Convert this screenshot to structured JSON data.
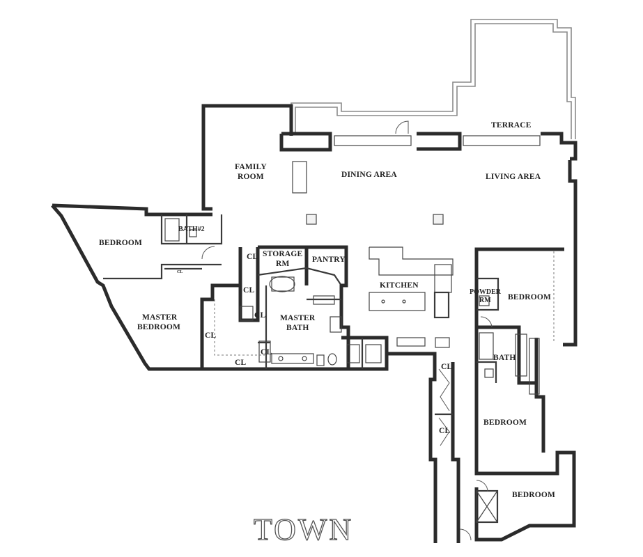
{
  "rooms": {
    "terrace": "TERRACE",
    "family_room_1": "FAMILY",
    "family_room_2": "ROOM",
    "dining_area": "DINING AREA",
    "living_area": "LIVING AREA",
    "bedroom_west": "BEDROOM",
    "bath2": "BATH#2",
    "storage_1": "STORAGE",
    "storage_2": "RM",
    "pantry": "PANTRY",
    "kitchen": "KITCHEN",
    "powder_1": "POWDER",
    "powder_2": "RM",
    "bedroom_east": "BEDROOM",
    "master_bedroom_1": "MASTER",
    "master_bedroom_2": "BEDROOM",
    "master_bath_1": "MASTER",
    "master_bath_2": "BATH",
    "bath_east": "BATH",
    "bedroom_south": "BEDROOM",
    "bedroom_southeast": "BEDROOM"
  },
  "closets": {
    "cl_storage": "CL",
    "cl_mid": "CL",
    "cl_lower": "CL",
    "cl_master_left": "CL",
    "cl_master_bottom": "CL",
    "cl_master_bath": "CL",
    "cl_hall_upper": "CL",
    "cl_hall_lower": "CL",
    "cl_tiny": "CL"
  },
  "logo": {
    "text": "TOWN"
  }
}
